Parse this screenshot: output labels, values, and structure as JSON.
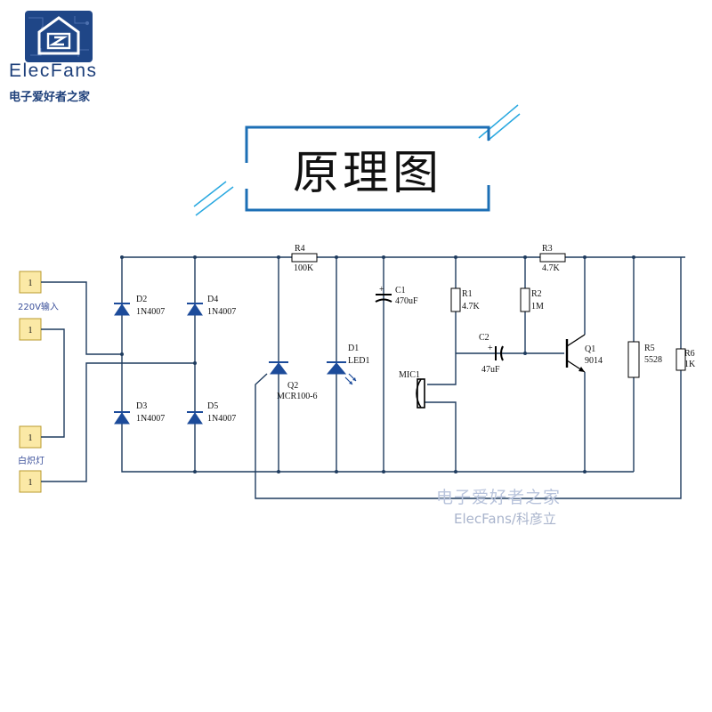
{
  "brand": {
    "name": "ElecFans",
    "tagline": "电子爱好者之家"
  },
  "title": "原理图",
  "terminals": [
    "1",
    "1",
    "1",
    "1"
  ],
  "terminal_labels": {
    "input": "220V输入",
    "lamp": "白炽灯"
  },
  "components": {
    "D2": {
      "ref": "D2",
      "value": "1N4007"
    },
    "D4": {
      "ref": "D4",
      "value": "1N4007"
    },
    "D3": {
      "ref": "D3",
      "value": "1N4007"
    },
    "D5": {
      "ref": "D5",
      "value": "1N4007"
    },
    "R4": {
      "ref": "R4",
      "value": "100K"
    },
    "Q2": {
      "ref": "Q2",
      "value": "MCR100-6"
    },
    "D1": {
      "ref": "D1",
      "value": "LED1"
    },
    "C1": {
      "ref": "C1",
      "value": "470uF"
    },
    "R1": {
      "ref": "R1",
      "value": "4.7K"
    },
    "R2": {
      "ref": "R2",
      "value": "1M"
    },
    "C2": {
      "ref": "C2",
      "value": "47uF"
    },
    "R3": {
      "ref": "R3",
      "value": "4.7K"
    },
    "Q1": {
      "ref": "Q1",
      "value": "9014"
    },
    "R5": {
      "ref": "R5",
      "value": "5528"
    },
    "R6": {
      "ref": "R6",
      "value": "1K"
    },
    "MIC1": {
      "ref": "MIC1"
    }
  },
  "polarity_mark": "+",
  "watermark": {
    "line1": "电子爱好者之家",
    "line2": "ElecFans/科彦立"
  },
  "colors": {
    "brand": "#1d3f7a",
    "wire": "#1f3c5f",
    "diode": "#1c4b9a",
    "terminal_fill": "#fbe9a6",
    "terminal_border": "#b89a2e",
    "accent": "#29a8e0"
  }
}
